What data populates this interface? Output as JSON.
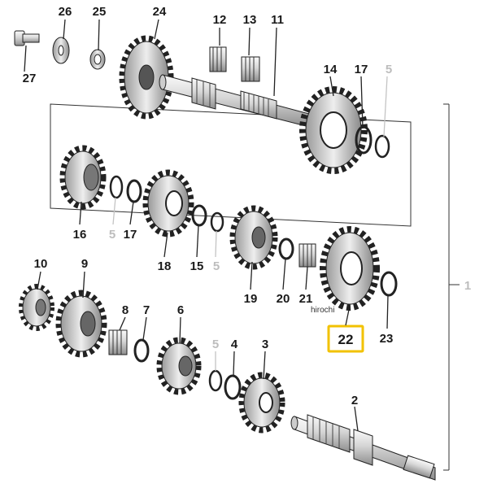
{
  "labels": {
    "p1": "1",
    "p2": "2",
    "p3": "3",
    "p4": "4",
    "p5a": "5",
    "p5b": "5",
    "p5c": "5",
    "p5d": "5",
    "p6": "6",
    "p7": "7",
    "p8": "8",
    "p9": "9",
    "p10": "10",
    "p11": "11",
    "p12": "12",
    "p13": "13",
    "p14": "14",
    "p15": "15",
    "p16": "16",
    "p17a": "17",
    "p17b": "17",
    "p18": "18",
    "p19": "19",
    "p20": "20",
    "p21": "21",
    "p22": "22",
    "p23": "23",
    "p24": "24",
    "p25": "25",
    "p26": "26",
    "p27": "27"
  },
  "watermark": "hirochi",
  "colors": {
    "highlight_box": "#f2c200",
    "ink": "#1a1a1a",
    "muted_label": "#bdbdbd"
  }
}
